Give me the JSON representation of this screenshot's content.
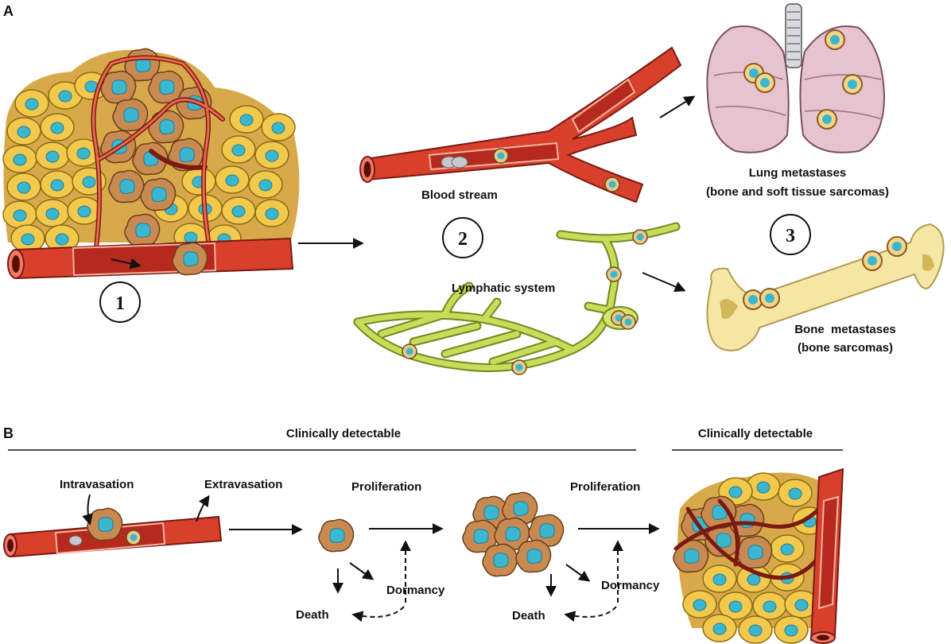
{
  "panels": {
    "a": "A",
    "b": "B"
  },
  "steps": [
    "1",
    "2",
    "3"
  ],
  "panel_a": {
    "blood_stream": "Blood stream",
    "lymphatic": "Lymphatic system",
    "lung_title": "Lung metastases",
    "lung_sub": "(bone and soft tissue sarcomas)",
    "bone_title": "Bone  metastases",
    "bone_sub": "(bone sarcomas)"
  },
  "panel_b": {
    "detect_left": "Clinically detectable",
    "detect_right": "Clinically detectable",
    "intravasation": "Intravasation",
    "extravasation": "Extravasation",
    "proliferation_1": "Proliferation",
    "proliferation_2": "Proliferation",
    "dormancy_1": "Dormancy",
    "dormancy_2": "Dormancy",
    "death_1": "Death",
    "death_2": "Death"
  },
  "colors": {
    "vessel": "#d8402c",
    "vessel_dark": "#7a1a12",
    "vessel_wall": "#f07a66",
    "normal_cell": "#f2c94c",
    "nucleus": "#3bb6cf",
    "tumor_cell": "#c98a52",
    "lymph": "#c9dc5a",
    "lung": "#e7c3cf",
    "bone": "#f6e6a6"
  }
}
